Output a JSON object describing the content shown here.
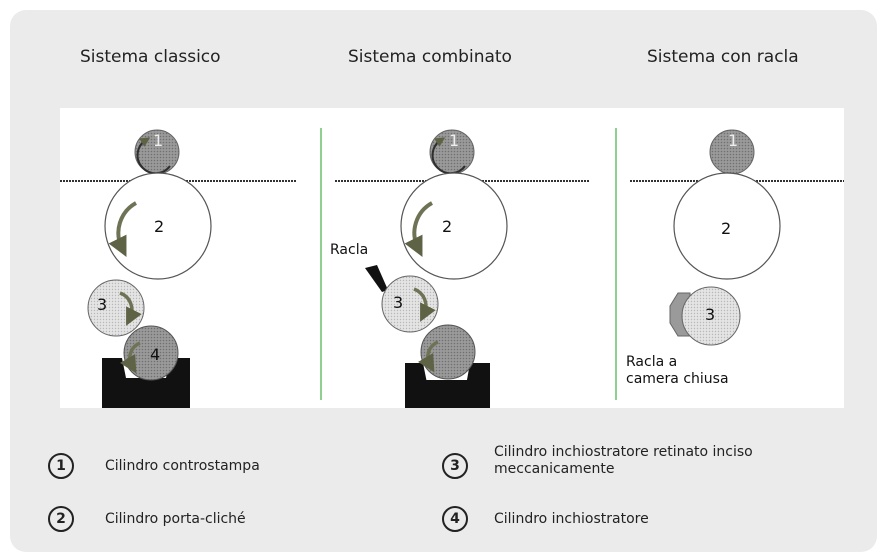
{
  "titles": {
    "classic": "Sistema classico",
    "combined": "Sistema combinato",
    "doctor": "Sistema con racla"
  },
  "numbers": {
    "n1": "1",
    "n2": "2",
    "n3": "3",
    "n4": "4"
  },
  "annotations": {
    "racla": "Racla",
    "racla_chamber_line1": "Racla a",
    "racla_chamber_line2": "camera chiusa"
  },
  "legend": [
    {
      "number": "1",
      "label": "Cilindro controstampa"
    },
    {
      "number": "2",
      "label": "Cilindro porta-cliché"
    },
    {
      "number": "3",
      "label": "Cilindro inchiostratore retinato inciso",
      "label2": "meccanicamente"
    },
    {
      "number": "4",
      "label": "Cilindro inchiostratore"
    }
  ],
  "colors": {
    "panel": "#ebebeb",
    "impression_cylinder": "#8c8c8c",
    "anilox": "#d9d9d9",
    "ink_roller": "#8c8c8c",
    "ink_tray": "#111111",
    "divider": "#8fcf8f",
    "arrow": "#6f7355"
  }
}
